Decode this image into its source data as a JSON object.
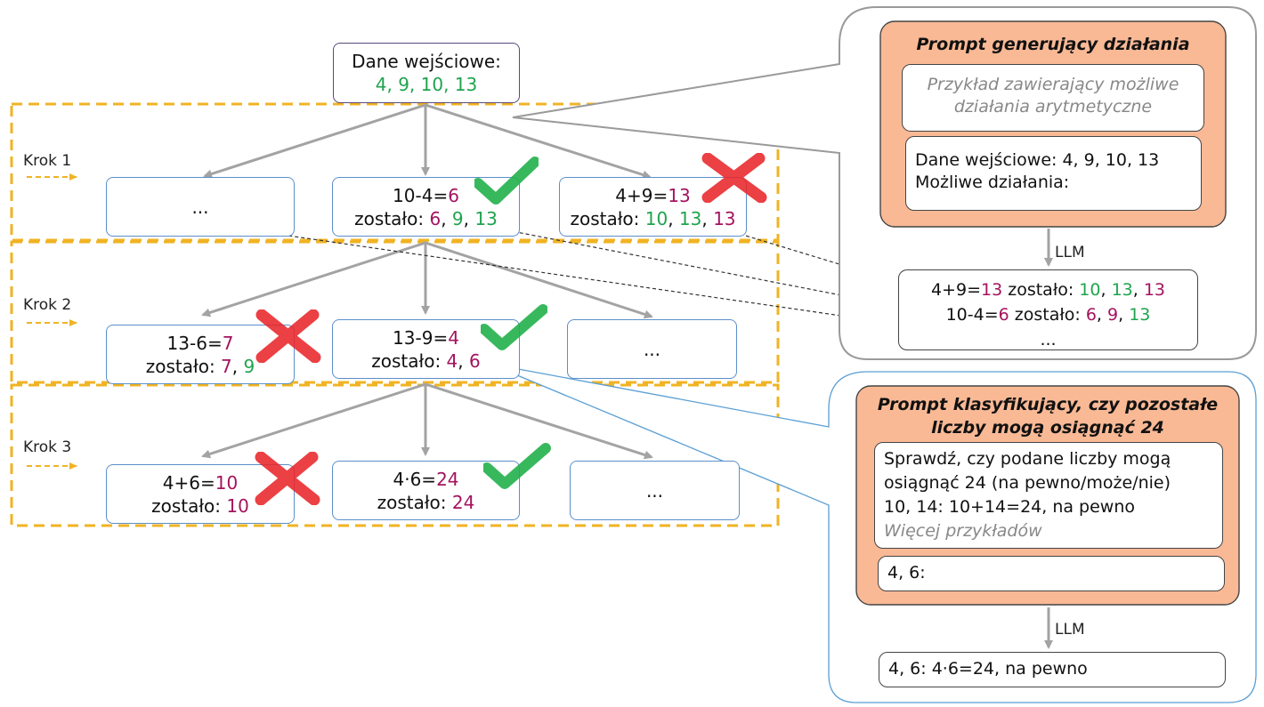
{
  "input_node": {
    "label": "Dane wejściowe:",
    "values": "4, 9, 10, 13"
  },
  "steps": [
    {
      "label": "Krok 1"
    },
    {
      "label": "Krok 2"
    },
    {
      "label": "Krok 3"
    }
  ],
  "step1": {
    "left": "...",
    "mid_op": "10-4=",
    "mid_res": "6",
    "mid_left_label": "zostało: ",
    "mid_left_a": "6",
    "mid_left_sep1": ", ",
    "mid_left_b": "9",
    "mid_left_sep2": ", ",
    "mid_left_c": "13",
    "right_op": "4+9=",
    "right_res": "13",
    "right_left_label": "zostało: ",
    "right_left_a": "10",
    "right_left_sep1": ", ",
    "right_left_b": "13",
    "right_left_sep2": ", ",
    "right_left_c": "13"
  },
  "step2": {
    "left_op": "13-6=",
    "left_res": "7",
    "left_left_label": "zostało: ",
    "left_left_a": "7",
    "left_left_sep": ", ",
    "left_left_b": "9",
    "mid_op": "13-9=",
    "mid_res": "4",
    "mid_left_label": "zostało: ",
    "mid_left_a": "4",
    "mid_left_sep": ", ",
    "mid_left_b": "6",
    "right": "..."
  },
  "step3": {
    "left_op": "4+6=",
    "left_res": "10",
    "left_left_label": "zostało: ",
    "left_left_a": "10",
    "mid_op": "4·6=",
    "mid_res": "24",
    "mid_left_label": "zostało: ",
    "mid_left_a": "24",
    "right": "..."
  },
  "panel1": {
    "title": "Prompt generujący działania",
    "example": "Przykład zawierający możliwe działania arytmetyczne",
    "input_line1": "Dane wejściowe: 4, 9, 10, 13",
    "input_line2": "Możliwe działania:",
    "llm": "LLM",
    "out1_op": "4+9=",
    "out1_res": "13",
    "out1_label": " zostało: ",
    "out1_a": "10",
    "out1_sep1": ", ",
    "out1_b": "13",
    "out1_sep2": ", ",
    "out1_c": "13",
    "out2_op": "10-4=",
    "out2_res": "6",
    "out2_label": " zostało: ",
    "out2_a": "6",
    "out2_sep1": ", ",
    "out2_b": "9",
    "out2_sep2": ", ",
    "out2_c": "13",
    "out3": "..."
  },
  "panel2": {
    "title_line1": "Prompt klasyfikujący, czy pozostałe",
    "title_line2": "liczby mogą osiągnąć 24",
    "ex_line1": "Sprawdź, czy podane liczby mogą",
    "ex_line2": "osiągnąć 24 (na pewno/może/nie)",
    "ex_line3": "10, 14: 10+14=24, na pewno",
    "ex_line4": "Więcej przykładów",
    "query": "4, 6:",
    "llm": "LLM",
    "output": "4, 6: 4·6=24, na pewno"
  },
  "colors": {
    "green": "#1fa44e",
    "magenta": "#a4135e",
    "dashed_frame": "#f0b323",
    "prompt_fill": "#f9b995",
    "node_border": "#5b8fc9",
    "arrow": "#a3a3a3"
  }
}
